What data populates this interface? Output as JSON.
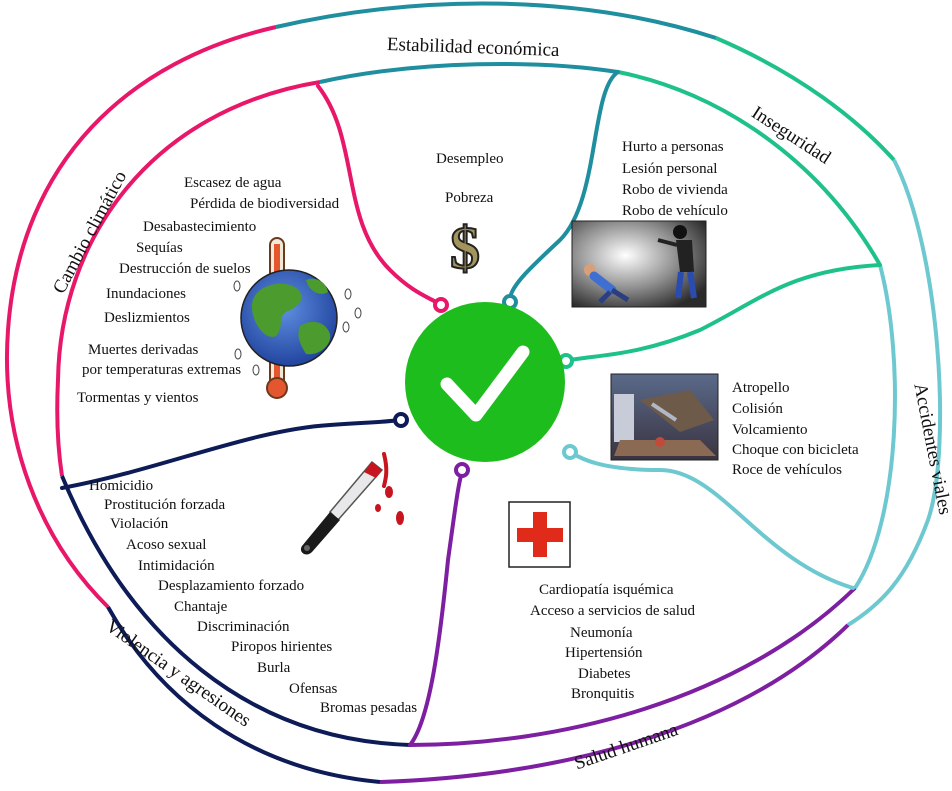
{
  "colors": {
    "climate": "#e8176a",
    "economy": "#1f8e9e",
    "insecurity": "#1fc18a",
    "roads": "#6dc8d0",
    "health": "#7d1fa0",
    "violence": "#0d1b57",
    "center": "#1ebd1e",
    "check": "#ffffff"
  },
  "categories": {
    "economy": "Estabilidad económica",
    "insecurity": "Inseguridad",
    "climate": "Cambio climático",
    "roads": "Accidentes viales",
    "health": "Salud humana",
    "violence": "Violencia y agresiones"
  },
  "economy_items": [
    "Desempleo",
    "Pobreza"
  ],
  "insecurity_items": [
    "Hurto a personas",
    "Lesión personal",
    "Robo de vivienda",
    "Robo de vehículo"
  ],
  "climate_items": [
    "Escasez de agua",
    "Pérdida de biodiversidad",
    "Desabastecimiento",
    "Sequías",
    "Destrucción de suelos",
    "Inundaciones",
    "Deslizmientos",
    "Muertes derivadas",
    "por temperaturas extremas",
    "Tormentas y vientos"
  ],
  "road_items": [
    "Atropello",
    "Colisión",
    "Volcamiento",
    "Choque con bicicleta",
    "Roce de vehículos"
  ],
  "health_items": [
    "Cardiopatía isquémica",
    "Acceso a servicios de salud",
    "Neumonía",
    "Hipertensión",
    "Diabetes",
    "Bronquitis"
  ],
  "violence_items": [
    "Homicidio",
    "Prostitución forzada",
    "Violación",
    "Acoso sexual",
    "Intimidación",
    "Desplazamiento forzado",
    "Chantaje",
    "Discriminación",
    "Piropos hirientes",
    "Burla",
    "Ofensas",
    "Bromas pesadas"
  ],
  "icons": {
    "center": "check-icon",
    "economy": "dollar-icon",
    "climate": "globe-thermometer-icon",
    "insecurity": "robbery-photo",
    "roads": "accident-photo",
    "health": "red-cross-icon",
    "violence": "bloody-knife-icon"
  },
  "dollar_symbol": "$"
}
